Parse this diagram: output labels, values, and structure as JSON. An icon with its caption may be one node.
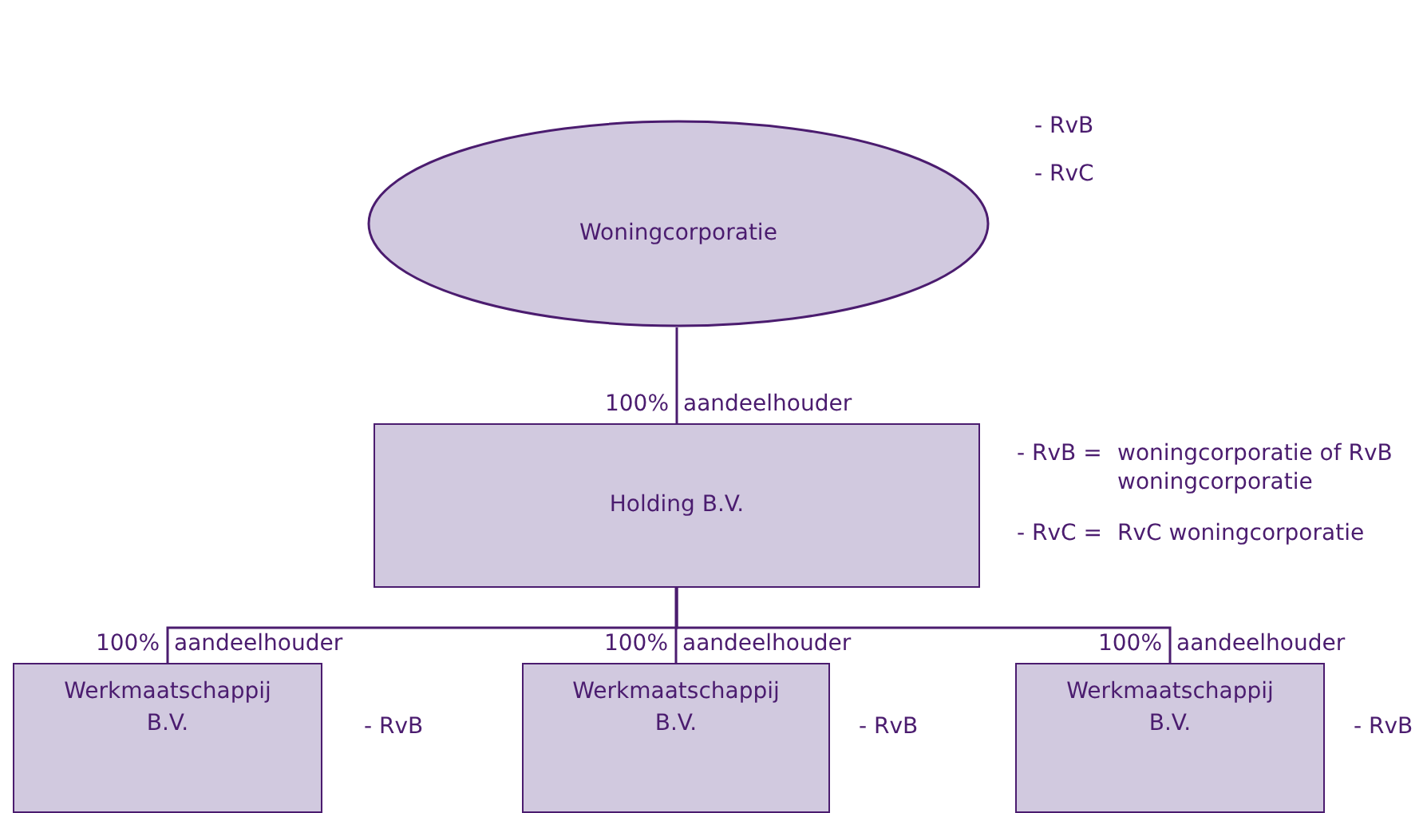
{
  "diagram": {
    "nodes": [
      {
        "text": [
          "Woningcorporatie"
        ],
        "beside": [
          "- RvB",
          "- RvC"
        ]
      },
      {
        "text": [
          "Holding B.V."
        ],
        "beside": [
          "- RvB =",
          "woningcorporatie of RvB woningcorporatie",
          "- RvC =",
          "RvC woningcorporatie"
        ]
      },
      {
        "text": [
          "Werkmaatschappij B.V."
        ],
        "beside": [
          "- RvB"
        ]
      },
      {
        "text": [
          "Werkmaatschappij B.V."
        ],
        "beside": [
          "- RvB"
        ]
      },
      {
        "text": [
          "Werkmaatschappij B.V."
        ],
        "beside": [
          "- RvB"
        ]
      }
    ],
    "edges": [
      {
        "from": 0,
        "to": 1,
        "arrow": "none",
        "label": "aandeelhouder"
      },
      {
        "from": 1,
        "to": 2,
        "arrow": "none",
        "label": "aandeelhouder"
      },
      {
        "from": 1,
        "to": 3,
        "arrow": "none",
        "label": "aandeelhouder"
      },
      {
        "from": 1,
        "to": 4,
        "arrow": "none",
        "label": "aandeelhouder"
      }
    ],
    "labels": [
      "100%",
      "100%",
      "100%",
      "100%"
    ]
  }
}
